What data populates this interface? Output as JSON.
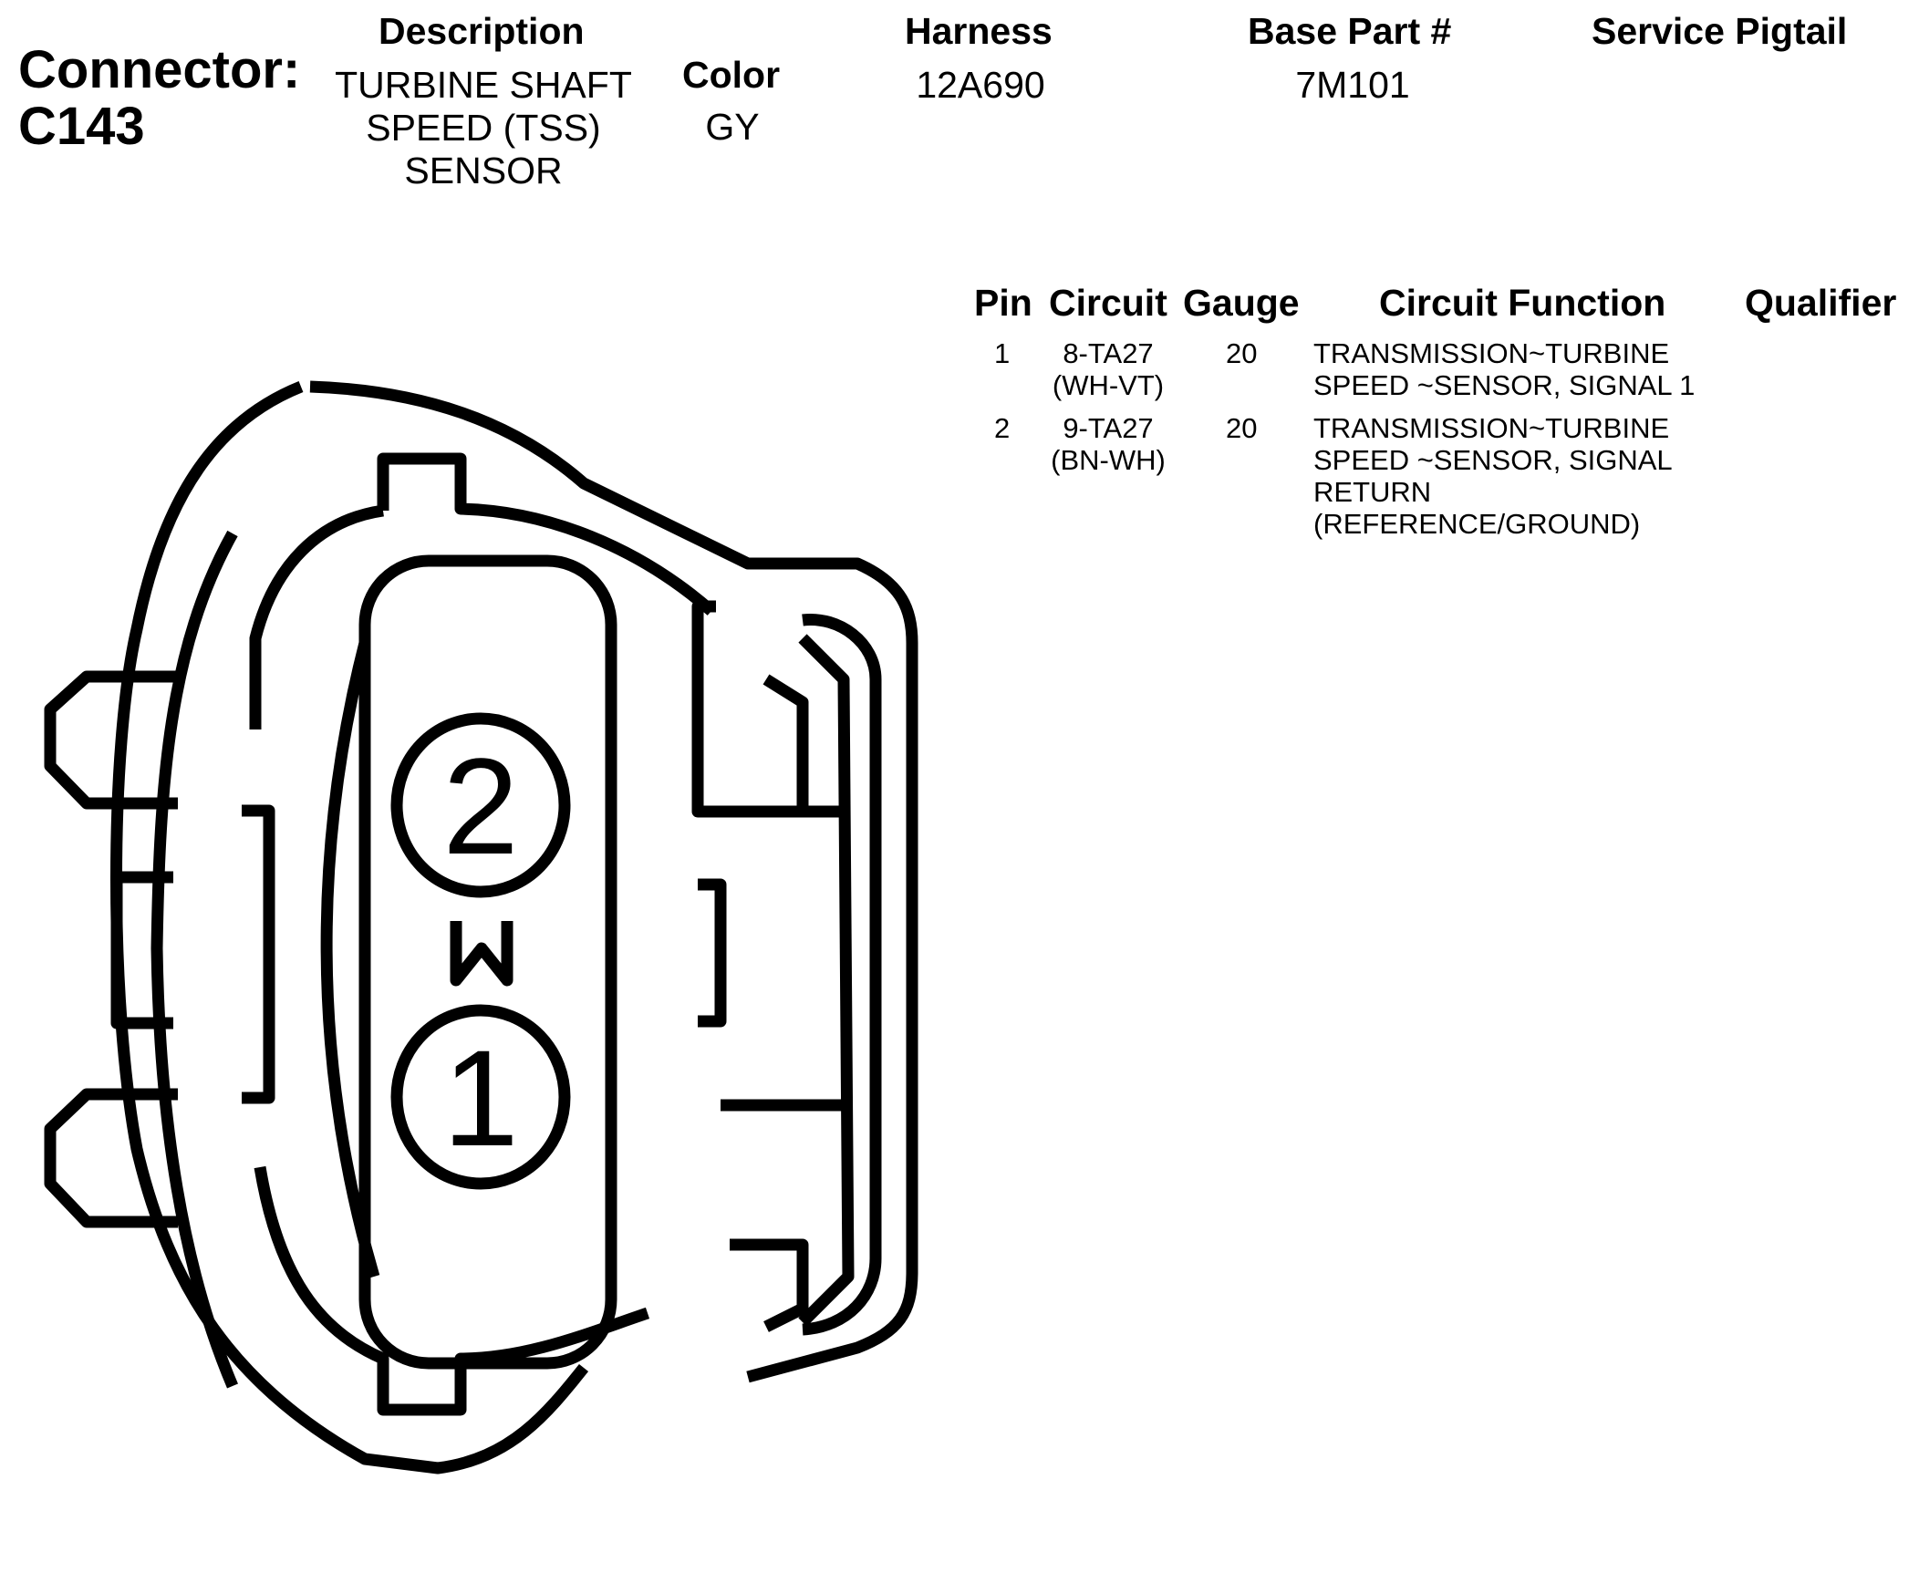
{
  "connector": {
    "label": "Connector:",
    "id": "C143"
  },
  "header": {
    "description_label": "Description",
    "description_lines": [
      "TURBINE SHAFT",
      "SPEED (TSS)",
      "SENSOR"
    ],
    "color_label": "Color",
    "color_value": "GY",
    "harness_label": "Harness",
    "harness_value": "12A690",
    "base_part_label": "Base Part #",
    "base_part_value": "7M101",
    "service_pigtail_label": "Service Pigtail",
    "service_pigtail_value": ""
  },
  "pin_table": {
    "columns": [
      "Pin",
      "Circuit",
      "Gauge",
      "Circuit Function",
      "Qualifier"
    ],
    "rows": [
      {
        "pin": "1",
        "circuit": [
          "8-TA27",
          "(WH-VT)"
        ],
        "gauge": "20",
        "function": [
          "TRANSMISSION~TURBINE",
          "SPEED ~SENSOR, SIGNAL 1"
        ],
        "qualifier": ""
      },
      {
        "pin": "2",
        "circuit": [
          "9-TA27",
          "(BN-WH)"
        ],
        "gauge": "20",
        "function": [
          "TRANSMISSION~TURBINE",
          "SPEED ~SENSOR, SIGNAL",
          "RETURN",
          "(REFERENCE/GROUND)"
        ],
        "qualifier": ""
      }
    ]
  },
  "diagram": {
    "pin_labels": [
      "2",
      "1"
    ]
  }
}
